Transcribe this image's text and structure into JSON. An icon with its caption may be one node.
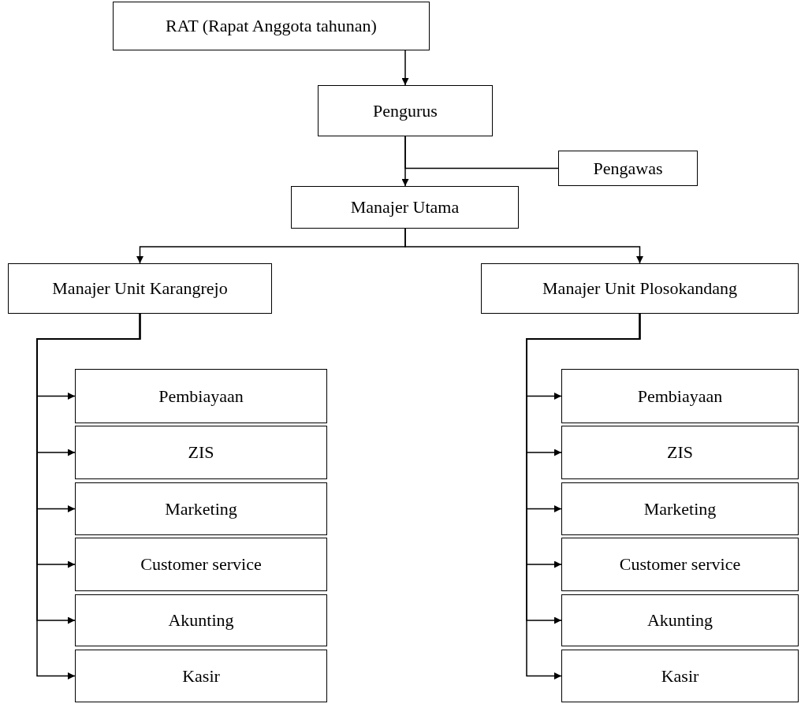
{
  "diagram": {
    "nodes": [
      {
        "text": [
          "RAT (Rapat Anggota tahunan)"
        ]
      },
      {
        "text": [
          "Pengurus"
        ]
      },
      {
        "text": [
          "Pengawas"
        ]
      },
      {
        "text": [
          "Manajer Utama"
        ]
      },
      {
        "text": [
          "Manajer Unit Karangrejo"
        ]
      },
      {
        "text": [
          "Manajer Unit Plosokandang"
        ]
      },
      {
        "text": [
          "Pembiayaan"
        ]
      },
      {
        "text": [
          "ZIS"
        ]
      },
      {
        "text": [
          "Marketing"
        ]
      },
      {
        "text": [
          "Customer service"
        ]
      },
      {
        "text": [
          "Akunting"
        ]
      },
      {
        "text": [
          "Kasir"
        ]
      },
      {
        "text": [
          "Pembiayaan"
        ]
      },
      {
        "text": [
          "ZIS"
        ]
      },
      {
        "text": [
          "Marketing"
        ]
      },
      {
        "text": [
          "Customer service"
        ]
      },
      {
        "text": [
          "Akunting"
        ]
      },
      {
        "text": [
          "Kasir"
        ]
      }
    ],
    "edges": [
      {
        "from": 0,
        "to": 1,
        "arrow": "to"
      },
      {
        "from": 1,
        "to": 3,
        "arrow": "to"
      },
      {
        "from": 1,
        "to": 2,
        "arrow": "none"
      },
      {
        "from": 3,
        "to": 4,
        "arrow": "to"
      },
      {
        "from": 3,
        "to": 5,
        "arrow": "to"
      },
      {
        "from": 4,
        "to": 6,
        "arrow": "to"
      },
      {
        "from": 4,
        "to": 7,
        "arrow": "to"
      },
      {
        "from": 4,
        "to": 8,
        "arrow": "to"
      },
      {
        "from": 4,
        "to": 9,
        "arrow": "to"
      },
      {
        "from": 4,
        "to": 10,
        "arrow": "to"
      },
      {
        "from": 4,
        "to": 11,
        "arrow": "to"
      },
      {
        "from": 5,
        "to": 12,
        "arrow": "to"
      },
      {
        "from": 5,
        "to": 13,
        "arrow": "to"
      },
      {
        "from": 5,
        "to": 14,
        "arrow": "to"
      },
      {
        "from": 5,
        "to": 15,
        "arrow": "to"
      },
      {
        "from": 5,
        "to": 16,
        "arrow": "to"
      },
      {
        "from": 5,
        "to": 17,
        "arrow": "to"
      }
    ]
  }
}
